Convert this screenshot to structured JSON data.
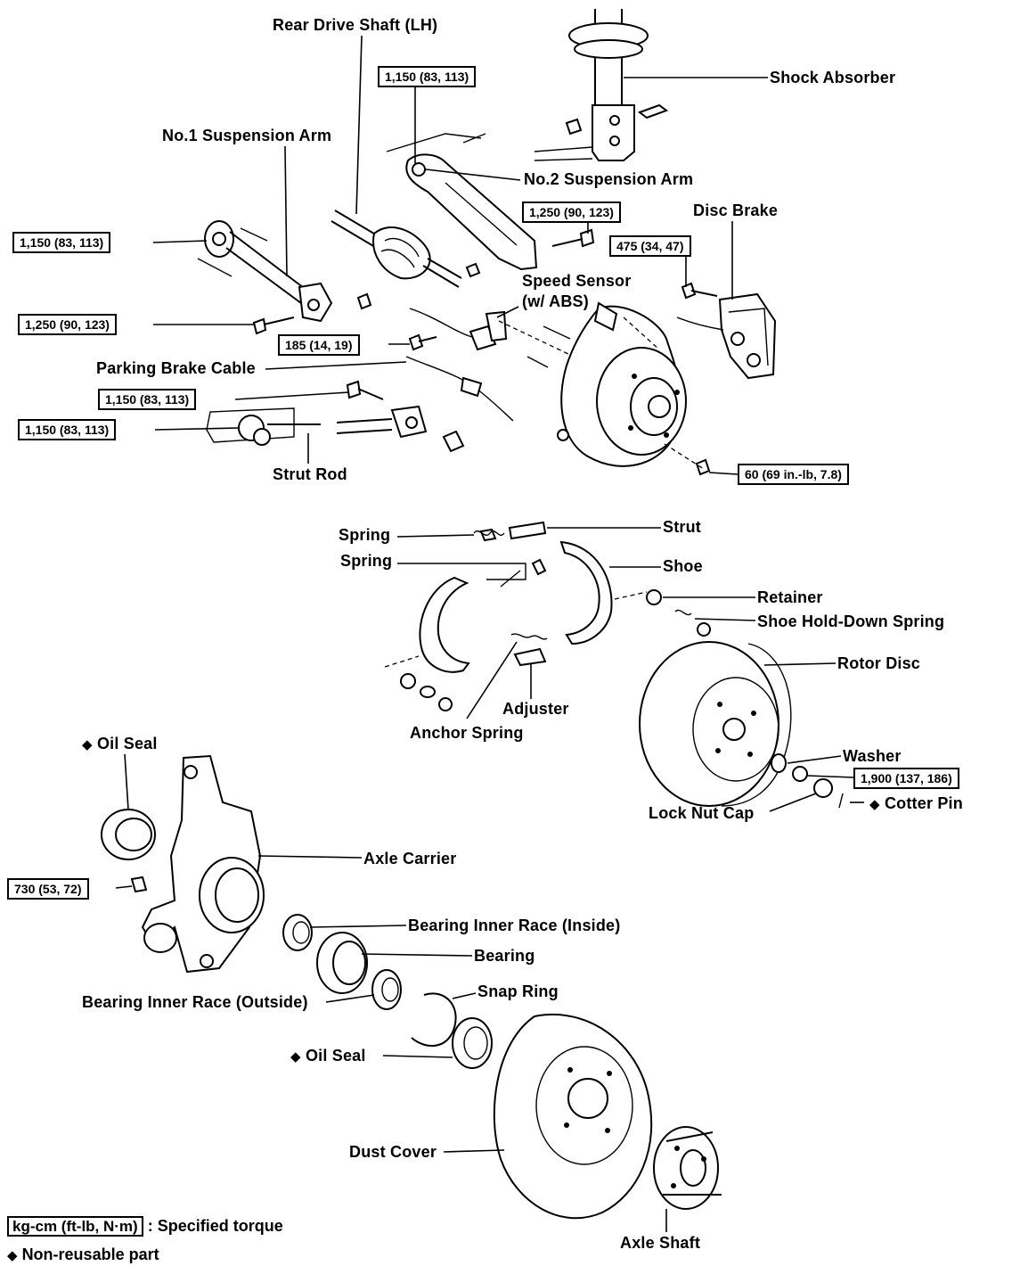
{
  "labels": {
    "rear_drive_shaft": "Rear Drive Shaft (LH)",
    "shock_absorber": "Shock Absorber",
    "no1_suspension_arm": "No.1 Suspension Arm",
    "no2_suspension_arm": "No.2 Suspension Arm",
    "disc_brake": "Disc Brake",
    "speed_sensor": "Speed Sensor",
    "speed_sensor_note": "(w/ ABS)",
    "parking_brake_cable": "Parking Brake Cable",
    "strut_rod": "Strut Rod",
    "spring_1": "Spring",
    "spring_2": "Spring",
    "strut": "Strut",
    "shoe": "Shoe",
    "retainer": "Retainer",
    "shoe_hold_down_spring": "Shoe Hold-Down Spring",
    "rotor_disc": "Rotor Disc",
    "adjuster": "Adjuster",
    "anchor_spring": "Anchor Spring",
    "oil_seal_top": "Oil Seal",
    "washer": "Washer",
    "lock_nut_cap": "Lock Nut Cap",
    "cotter_pin": "Cotter Pin",
    "axle_carrier": "Axle Carrier",
    "bearing_inner_race_inside": "Bearing Inner Race (Inside)",
    "bearing": "Bearing",
    "bearing_inner_race_outside": "Bearing Inner Race (Outside)",
    "snap_ring": "Snap Ring",
    "oil_seal_bottom": "Oil Seal",
    "dust_cover": "Dust Cover",
    "axle_shaft": "Axle Shaft"
  },
  "torques": {
    "no2_arm_upper": "1,150 (83, 113)",
    "no1_arm_left": "1,150 (83, 113)",
    "no2_arm_bolt": "1,250 (90, 123)",
    "disc_brake": "475 (34, 47)",
    "no1_arm_bolt": "1,250 (90, 123)",
    "speed_sensor": "185 (14, 19)",
    "strut_rod_upper": "1,150 (83, 113)",
    "strut_rod_lower": "1,150 (83, 113)",
    "backing_plate": "60 (69 in.-lb, 7.8)",
    "lock_nut": "1,900 (137, 186)",
    "axle_carrier": "730 (53, 72)"
  },
  "legend": {
    "unit_box": "kg-cm (ft-lb, N·m)",
    "unit_desc": ": Specified torque",
    "nonreusable": "Non-reusable part"
  },
  "symbols": {
    "non_reusable_mark": "◆"
  }
}
